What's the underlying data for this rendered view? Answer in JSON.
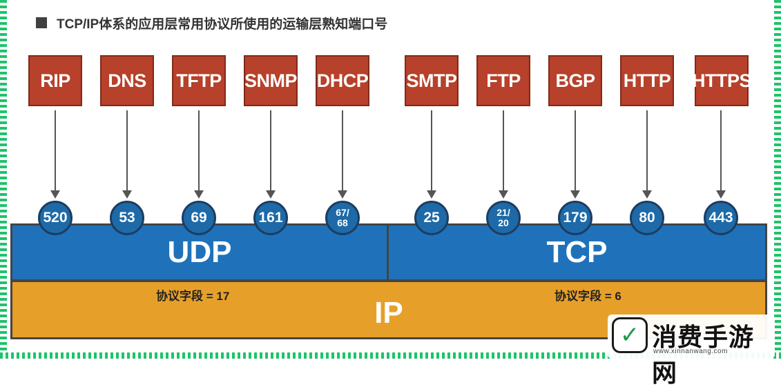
{
  "title": "TCP/IP体系的应用层常用协议所使用的运输层熟知端口号",
  "protocols": [
    {
      "name": "RIP",
      "port": "520"
    },
    {
      "name": "DNS",
      "port": "53"
    },
    {
      "name": "TFTP",
      "port": "69"
    },
    {
      "name": "SNMP",
      "port": "161"
    },
    {
      "name": "DHCP",
      "port_top": "67/",
      "port_bottom": "68"
    },
    {
      "name": "SMTP",
      "port": "25"
    },
    {
      "name": "FTP",
      "port_top": "21/",
      "port_bottom": "20"
    },
    {
      "name": "BGP",
      "port": "179"
    },
    {
      "name": "HTTP",
      "port": "80"
    },
    {
      "name": "HTTPS",
      "port": "443"
    }
  ],
  "transport": {
    "udp": "UDP",
    "tcp": "TCP"
  },
  "network": {
    "ip": "IP",
    "udp_field": "协议字段 = 17",
    "tcp_field": "协议字段 = 6"
  },
  "watermark": {
    "name": "消费手游网",
    "url": "www.xinnanwang.com"
  },
  "colors": {
    "protocol_box": "#b7412a",
    "transport": "#1f72ba",
    "ip": "#e6a02a",
    "port_circle": "#1e6aa8"
  }
}
